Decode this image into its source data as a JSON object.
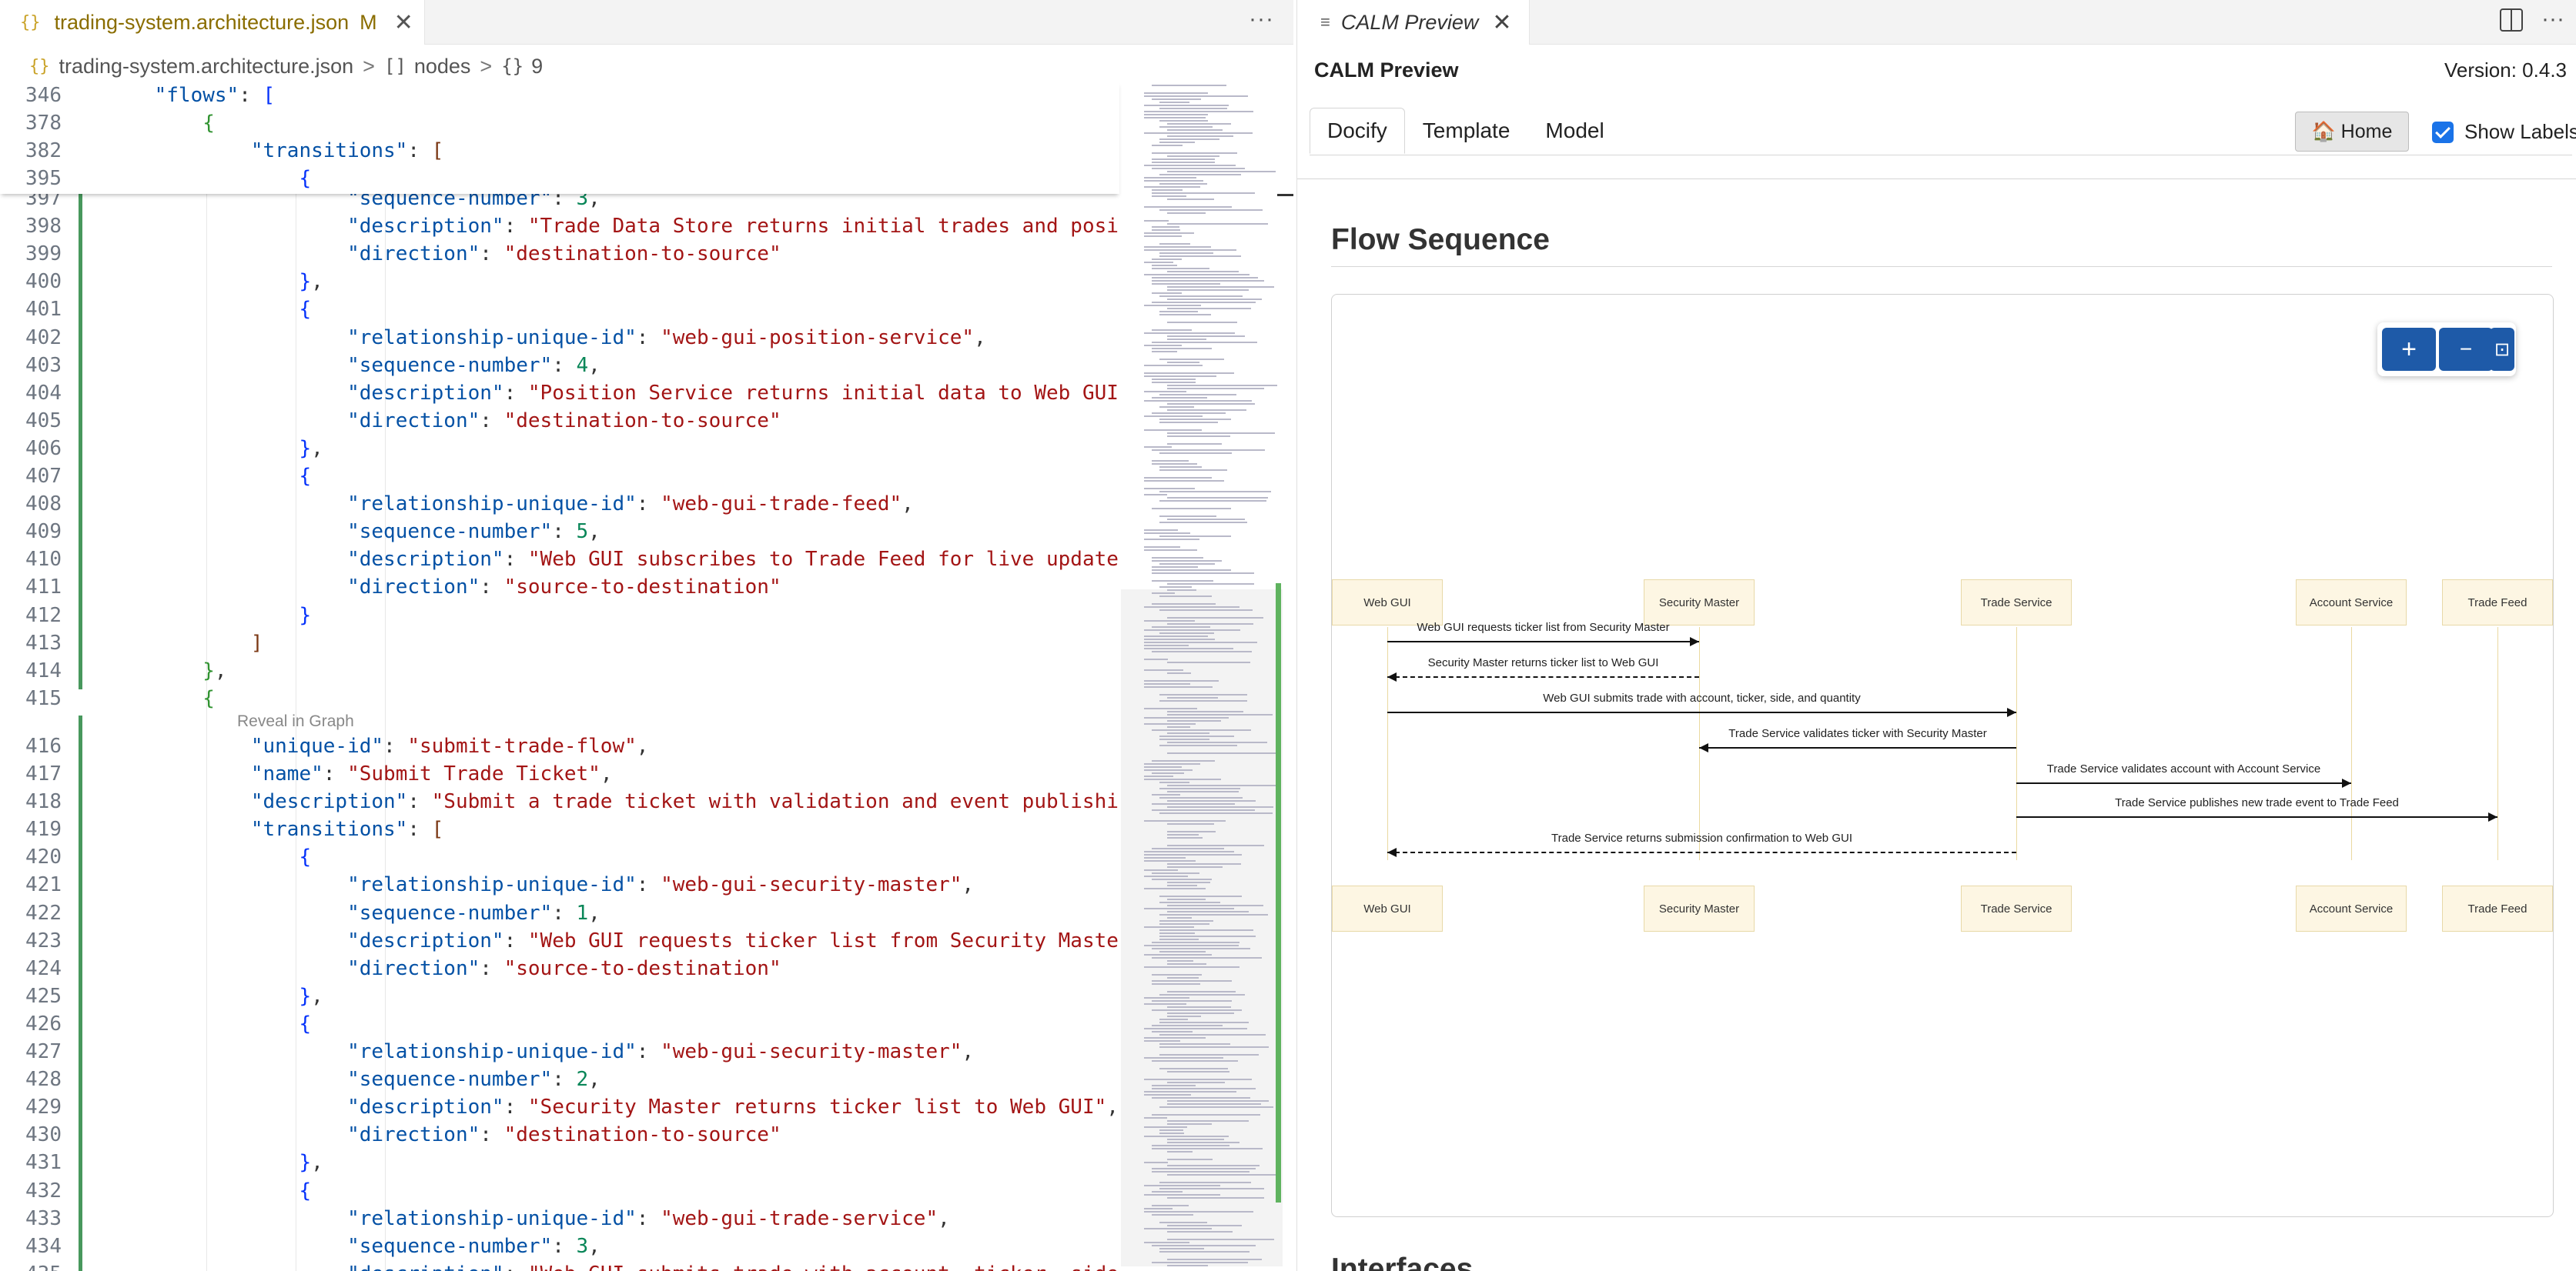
{
  "editor": {
    "tab": {
      "icon": "{}",
      "title": "trading-system.architecture.json",
      "modified": "M",
      "close": "✕"
    },
    "more": "···",
    "breadcrumb": {
      "file_icon": "{}",
      "file": "trading-system.architecture.json",
      "sep": ">",
      "nodes_icon": "[]",
      "nodes": "nodes",
      "item_icon": "{}",
      "item": "9"
    },
    "codelens": "Reveal in Graph",
    "sticky_lines": [
      {
        "n": "346",
        "tokens": [
          [
            "p",
            "    "
          ],
          [
            "k",
            "\"flows\""
          ],
          [
            "p",
            ": "
          ],
          [
            "b1",
            "["
          ]
        ]
      },
      {
        "n": "378",
        "tokens": [
          [
            "p",
            "        "
          ],
          [
            "b2",
            "{"
          ]
        ]
      },
      {
        "n": "382",
        "tokens": [
          [
            "p",
            "            "
          ],
          [
            "k",
            "\"transitions\""
          ],
          [
            "p",
            ": "
          ],
          [
            "b3",
            "["
          ]
        ]
      },
      {
        "n": "395",
        "tokens": [
          [
            "p",
            "                "
          ],
          [
            "b1",
            "{"
          ]
        ]
      }
    ],
    "lines": [
      {
        "n": "397",
        "tokens": [
          [
            "p",
            "                    "
          ],
          [
            "k",
            "\"sequence-number\""
          ],
          [
            "p",
            ": "
          ],
          [
            "n",
            "3"
          ],
          [
            "p",
            ","
          ]
        ]
      },
      {
        "n": "398",
        "tokens": [
          [
            "p",
            "                    "
          ],
          [
            "k",
            "\"description\""
          ],
          [
            "p",
            ": "
          ],
          [
            "s",
            "\"Trade Data Store returns initial trades and positions\""
          ],
          [
            "p",
            ","
          ]
        ]
      },
      {
        "n": "399",
        "tokens": [
          [
            "p",
            "                    "
          ],
          [
            "k",
            "\"direction\""
          ],
          [
            "p",
            ": "
          ],
          [
            "s",
            "\"destination-to-source\""
          ]
        ]
      },
      {
        "n": "400",
        "tokens": [
          [
            "p",
            "                "
          ],
          [
            "b1",
            "}"
          ],
          [
            "p",
            ","
          ]
        ]
      },
      {
        "n": "401",
        "tokens": [
          [
            "p",
            "                "
          ],
          [
            "b1",
            "{"
          ]
        ]
      },
      {
        "n": "402",
        "tokens": [
          [
            "p",
            "                    "
          ],
          [
            "k",
            "\"relationship-unique-id\""
          ],
          [
            "p",
            ": "
          ],
          [
            "s",
            "\"web-gui-position-service\""
          ],
          [
            "p",
            ","
          ]
        ]
      },
      {
        "n": "403",
        "tokens": [
          [
            "p",
            "                    "
          ],
          [
            "k",
            "\"sequence-number\""
          ],
          [
            "p",
            ": "
          ],
          [
            "n",
            "4"
          ],
          [
            "p",
            ","
          ]
        ]
      },
      {
        "n": "404",
        "tokens": [
          [
            "p",
            "                    "
          ],
          [
            "k",
            "\"description\""
          ],
          [
            "p",
            ": "
          ],
          [
            "s",
            "\"Position Service returns initial data to Web GUI\""
          ],
          [
            "p",
            ","
          ]
        ]
      },
      {
        "n": "405",
        "tokens": [
          [
            "p",
            "                    "
          ],
          [
            "k",
            "\"direction\""
          ],
          [
            "p",
            ": "
          ],
          [
            "s",
            "\"destination-to-source\""
          ]
        ]
      },
      {
        "n": "406",
        "tokens": [
          [
            "p",
            "                "
          ],
          [
            "b1",
            "}"
          ],
          [
            "p",
            ","
          ]
        ]
      },
      {
        "n": "407",
        "tokens": [
          [
            "p",
            "                "
          ],
          [
            "b1",
            "{"
          ]
        ]
      },
      {
        "n": "408",
        "tokens": [
          [
            "p",
            "                    "
          ],
          [
            "k",
            "\"relationship-unique-id\""
          ],
          [
            "p",
            ": "
          ],
          [
            "s",
            "\"web-gui-trade-feed\""
          ],
          [
            "p",
            ","
          ]
        ]
      },
      {
        "n": "409",
        "tokens": [
          [
            "p",
            "                    "
          ],
          [
            "k",
            "\"sequence-number\""
          ],
          [
            "p",
            ": "
          ],
          [
            "n",
            "5"
          ],
          [
            "p",
            ","
          ]
        ]
      },
      {
        "n": "410",
        "tokens": [
          [
            "p",
            "                    "
          ],
          [
            "k",
            "\"description\""
          ],
          [
            "p",
            ": "
          ],
          [
            "s",
            "\"Web GUI subscribes to Trade Feed for live updates\""
          ],
          [
            "p",
            ","
          ]
        ]
      },
      {
        "n": "411",
        "tokens": [
          [
            "p",
            "                    "
          ],
          [
            "k",
            "\"direction\""
          ],
          [
            "p",
            ": "
          ],
          [
            "s",
            "\"source-to-destination\""
          ]
        ]
      },
      {
        "n": "412",
        "tokens": [
          [
            "p",
            "                "
          ],
          [
            "b1",
            "}"
          ]
        ]
      },
      {
        "n": "413",
        "tokens": [
          [
            "p",
            "            "
          ],
          [
            "b3",
            "]"
          ]
        ]
      },
      {
        "n": "414",
        "tokens": [
          [
            "p",
            "        "
          ],
          [
            "b2",
            "}"
          ],
          [
            "p",
            ","
          ]
        ]
      },
      {
        "n": "415",
        "tokens": [
          [
            "p",
            "        "
          ],
          [
            "b2",
            "{"
          ]
        ]
      },
      {
        "n": "416",
        "tokens": [
          [
            "p",
            "            "
          ],
          [
            "k",
            "\"unique-id\""
          ],
          [
            "p",
            ": "
          ],
          [
            "s",
            "\"submit-trade-flow\""
          ],
          [
            "p",
            ","
          ]
        ]
      },
      {
        "n": "417",
        "tokens": [
          [
            "p",
            "            "
          ],
          [
            "k",
            "\"name\""
          ],
          [
            "p",
            ": "
          ],
          [
            "s",
            "\"Submit Trade Ticket\""
          ],
          [
            "p",
            ","
          ]
        ]
      },
      {
        "n": "418",
        "tokens": [
          [
            "p",
            "            "
          ],
          [
            "k",
            "\"description\""
          ],
          [
            "p",
            ": "
          ],
          [
            "s",
            "\"Submit a trade ticket with validation and event publishing\""
          ],
          [
            "p",
            ","
          ]
        ]
      },
      {
        "n": "419",
        "tokens": [
          [
            "p",
            "            "
          ],
          [
            "k",
            "\"transitions\""
          ],
          [
            "p",
            ": "
          ],
          [
            "b3",
            "["
          ]
        ]
      },
      {
        "n": "420",
        "tokens": [
          [
            "p",
            "                "
          ],
          [
            "b1",
            "{"
          ]
        ]
      },
      {
        "n": "421",
        "tokens": [
          [
            "p",
            "                    "
          ],
          [
            "k",
            "\"relationship-unique-id\""
          ],
          [
            "p",
            ": "
          ],
          [
            "s",
            "\"web-gui-security-master\""
          ],
          [
            "p",
            ","
          ]
        ]
      },
      {
        "n": "422",
        "tokens": [
          [
            "p",
            "                    "
          ],
          [
            "k",
            "\"sequence-number\""
          ],
          [
            "p",
            ": "
          ],
          [
            "n",
            "1"
          ],
          [
            "p",
            ","
          ]
        ]
      },
      {
        "n": "423",
        "tokens": [
          [
            "p",
            "                    "
          ],
          [
            "k",
            "\"description\""
          ],
          [
            "p",
            ": "
          ],
          [
            "s",
            "\"Web GUI requests ticker list from Security Master\""
          ],
          [
            "p",
            ","
          ]
        ]
      },
      {
        "n": "424",
        "tokens": [
          [
            "p",
            "                    "
          ],
          [
            "k",
            "\"direction\""
          ],
          [
            "p",
            ": "
          ],
          [
            "s",
            "\"source-to-destination\""
          ]
        ]
      },
      {
        "n": "425",
        "tokens": [
          [
            "p",
            "                "
          ],
          [
            "b1",
            "}"
          ],
          [
            "p",
            ","
          ]
        ]
      },
      {
        "n": "426",
        "tokens": [
          [
            "p",
            "                "
          ],
          [
            "b1",
            "{"
          ]
        ]
      },
      {
        "n": "427",
        "tokens": [
          [
            "p",
            "                    "
          ],
          [
            "k",
            "\"relationship-unique-id\""
          ],
          [
            "p",
            ": "
          ],
          [
            "s",
            "\"web-gui-security-master\""
          ],
          [
            "p",
            ","
          ]
        ]
      },
      {
        "n": "428",
        "tokens": [
          [
            "p",
            "                    "
          ],
          [
            "k",
            "\"sequence-number\""
          ],
          [
            "p",
            ": "
          ],
          [
            "n",
            "2"
          ],
          [
            "p",
            ","
          ]
        ]
      },
      {
        "n": "429",
        "tokens": [
          [
            "p",
            "                    "
          ],
          [
            "k",
            "\"description\""
          ],
          [
            "p",
            ": "
          ],
          [
            "s",
            "\"Security Master returns ticker list to Web GUI\""
          ],
          [
            "p",
            ","
          ]
        ]
      },
      {
        "n": "430",
        "tokens": [
          [
            "p",
            "                    "
          ],
          [
            "k",
            "\"direction\""
          ],
          [
            "p",
            ": "
          ],
          [
            "s",
            "\"destination-to-source\""
          ]
        ]
      },
      {
        "n": "431",
        "tokens": [
          [
            "p",
            "                "
          ],
          [
            "b1",
            "}"
          ],
          [
            "p",
            ","
          ]
        ]
      },
      {
        "n": "432",
        "tokens": [
          [
            "p",
            "                "
          ],
          [
            "b1",
            "{"
          ]
        ]
      },
      {
        "n": "433",
        "tokens": [
          [
            "p",
            "                    "
          ],
          [
            "k",
            "\"relationship-unique-id\""
          ],
          [
            "p",
            ": "
          ],
          [
            "s",
            "\"web-gui-trade-service\""
          ],
          [
            "p",
            ","
          ]
        ]
      },
      {
        "n": "434",
        "tokens": [
          [
            "p",
            "                    "
          ],
          [
            "k",
            "\"sequence-number\""
          ],
          [
            "p",
            ": "
          ],
          [
            "n",
            "3"
          ],
          [
            "p",
            ","
          ]
        ]
      },
      {
        "n": "435",
        "tokens": [
          [
            "p",
            "                    "
          ],
          [
            "k",
            "\"description\""
          ],
          [
            "p",
            ": "
          ],
          [
            "s",
            "\"Web GUI submits trade with account, ticker, side, and q"
          ]
        ]
      }
    ]
  },
  "preview": {
    "tab": {
      "title": "CALM Preview",
      "close": "✕"
    },
    "more": "···",
    "title": "CALM Preview",
    "version": "Version: 0.4.3",
    "tabs": [
      "Docify",
      "Template",
      "Model"
    ],
    "home_label": "🏠 Home",
    "show_labels": "Show Labels",
    "flow_heading": "Flow Sequence",
    "zoom": {
      "in": "+",
      "out": "−",
      "fit": "⊡"
    },
    "next_heading": "Interfaces",
    "sequence": {
      "participants": [
        "Web GUI",
        "Security Master",
        "Trade Service",
        "Account Service",
        "Trade Feed"
      ],
      "messages": [
        {
          "from": 0,
          "to": 1,
          "text": "Web GUI requests ticker list from Security Master",
          "dashed": false
        },
        {
          "from": 1,
          "to": 0,
          "text": "Security Master returns ticker list to Web GUI",
          "dashed": true
        },
        {
          "from": 0,
          "to": 2,
          "text": "Web GUI submits trade with account, ticker, side, and quantity",
          "dashed": false
        },
        {
          "from": 2,
          "to": 1,
          "text": "Trade Service validates ticker with Security Master",
          "dashed": false
        },
        {
          "from": 2,
          "to": 3,
          "text": "Trade Service validates account with Account Service",
          "dashed": false
        },
        {
          "from": 2,
          "to": 4,
          "text": "Trade Service publishes new trade event to Trade Feed",
          "dashed": false
        },
        {
          "from": 2,
          "to": 0,
          "text": "Trade Service returns submission confirmation to Web GUI",
          "dashed": true
        }
      ]
    }
  }
}
